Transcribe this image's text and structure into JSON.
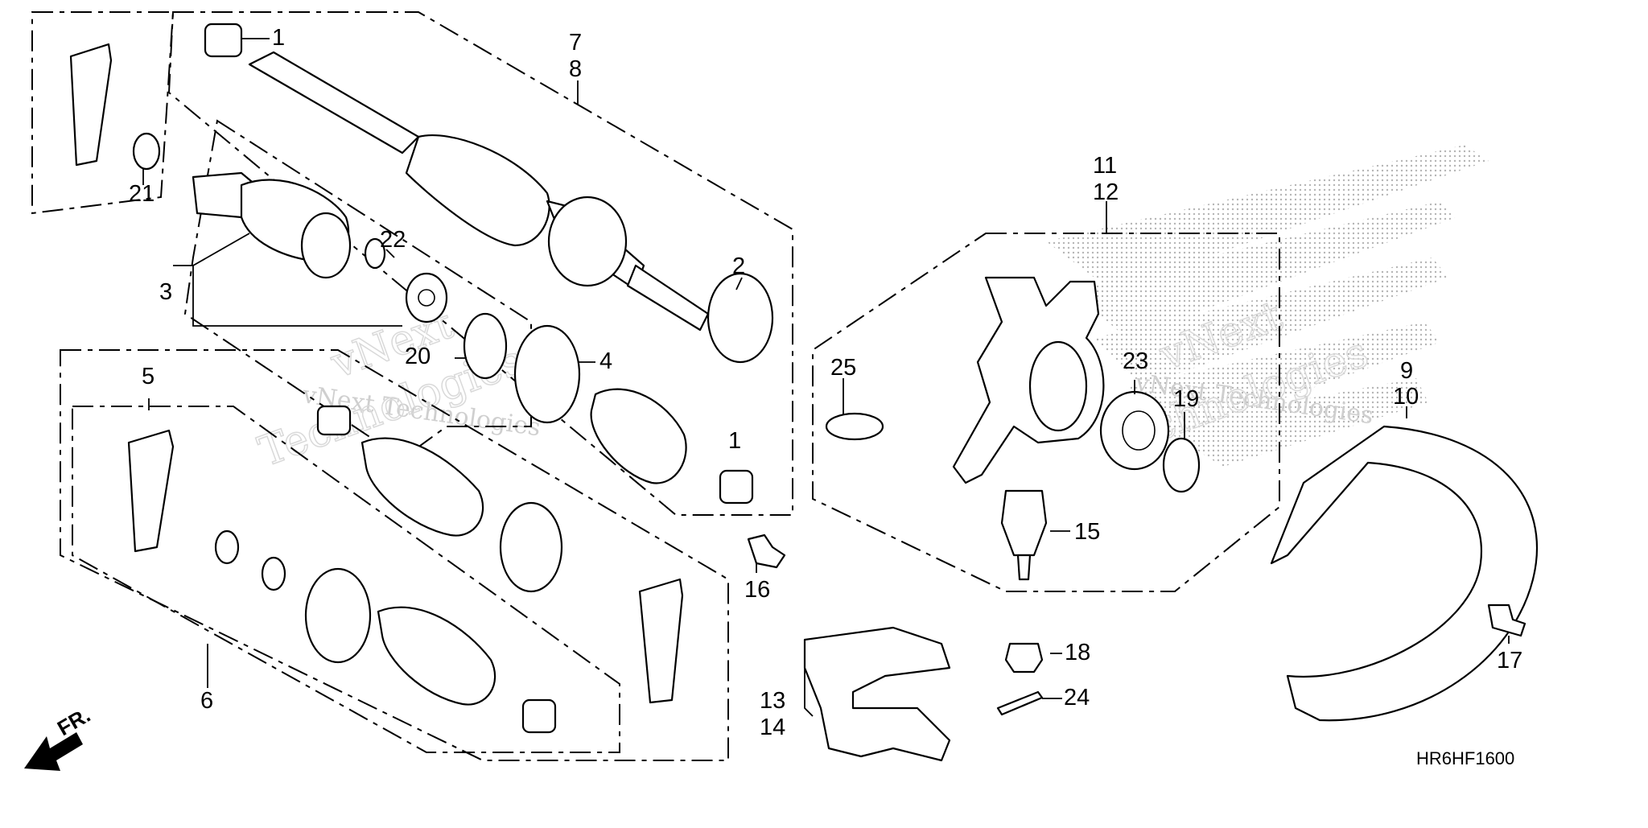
{
  "diagram": {
    "code": "HR6HF1600",
    "direction_label": "FR.",
    "watermark": {
      "line1": "vNext Technologies",
      "line2": "vNext",
      "line3": "Technologies"
    },
    "callouts": {
      "c1a": "1",
      "c1b": "1",
      "c2": "2",
      "c3": "3",
      "c4": "4",
      "c5": "5",
      "c6": "6",
      "c7": "7",
      "c8": "8",
      "c9": "9",
      "c10": "10",
      "c11": "11",
      "c12": "12",
      "c13": "13",
      "c14": "14",
      "c15": "15",
      "c16": "16",
      "c17": "17",
      "c18": "18",
      "c19": "19",
      "c20": "20",
      "c21": "21",
      "c22": "22",
      "c23": "23",
      "c24": "24",
      "c25": "25"
    },
    "colors": {
      "line": "#000000",
      "background": "#ffffff",
      "watermark": "#cfcfcf",
      "stipple": "#b5b5b5"
    }
  }
}
